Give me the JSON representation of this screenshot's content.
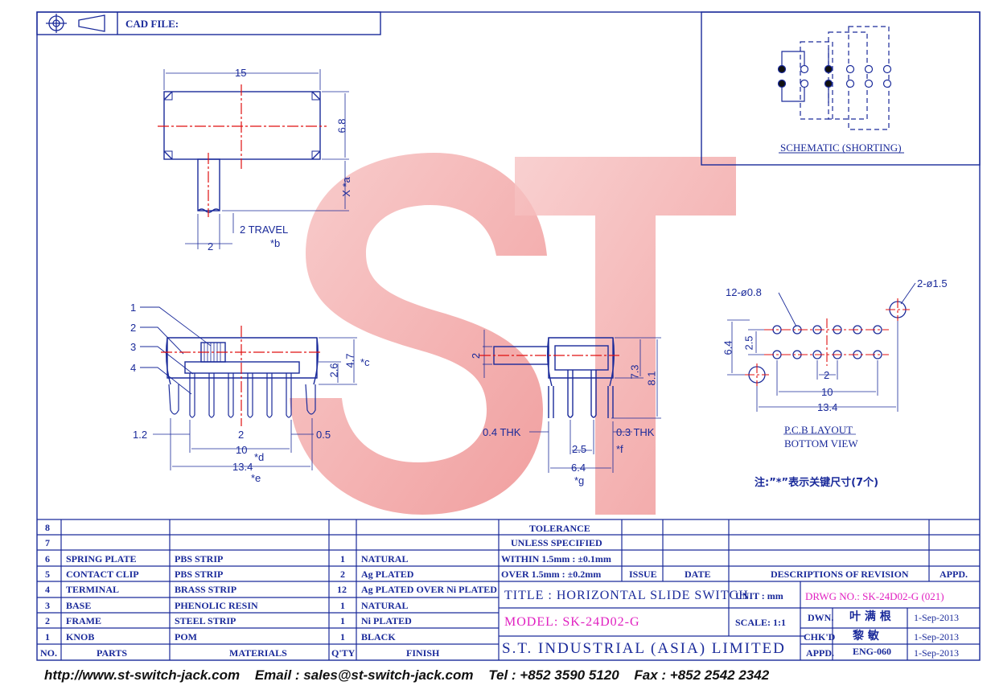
{
  "header": {
    "cad_label": "CAD FILE:"
  },
  "schematic": {
    "caption": "SCHEMATIC (SHORTING)"
  },
  "top_view": {
    "width": "15",
    "height": "6.8",
    "x_mark": "X *a",
    "travel": "2 TRAVEL",
    "travel_note": "*b",
    "knob": "2"
  },
  "front_view": {
    "callouts": [
      "1",
      "2",
      "3",
      "4"
    ],
    "dim_26": "2.6",
    "dim_47": "4.7",
    "note_c": "*c",
    "dim_12": "1.2",
    "dim_2": "2",
    "dim_05": "0.5",
    "dim_10": "10",
    "note_d": "*d",
    "dim_134": "13.4",
    "note_e": "*e"
  },
  "side_view": {
    "dim_2": "2",
    "dim_73": "7.3",
    "dim_81": "8.1",
    "thk_04": "0.4 THK",
    "thk_03": "0.3 THK",
    "dim_25": "2.5",
    "note_f": "*f",
    "dim_64": "6.4",
    "note_g": "*g"
  },
  "pcb": {
    "holes_small": "12-ø0.8",
    "holes_big": "2-ø1.5",
    "dim_64": "6.4",
    "dim_25": "2.5",
    "dim_2": "2",
    "dim_10": "10",
    "dim_134": "13.4",
    "caption": "P.C.B LAYOUT",
    "subcaption": "BOTTOM VIEW"
  },
  "note": "注:”*”表示关键尺寸(7个)",
  "watermark": "ST",
  "bom": {
    "rows": [
      {
        "no": "8",
        "part": "",
        "material": "",
        "qty": "",
        "finish": ""
      },
      {
        "no": "7",
        "part": "",
        "material": "",
        "qty": "",
        "finish": ""
      },
      {
        "no": "6",
        "part": "SPRING PLATE",
        "material": "PBS STRIP",
        "qty": "1",
        "finish": "NATURAL"
      },
      {
        "no": "5",
        "part": "CONTACT CLIP",
        "material": "PBS STRIP",
        "qty": "2",
        "finish": "Ag PLATED"
      },
      {
        "no": "4",
        "part": "TERMINAL",
        "material": "BRASS STRIP",
        "qty": "12",
        "finish": "Ag PLATED OVER Ni PLATED"
      },
      {
        "no": "3",
        "part": "BASE",
        "material": "PHENOLIC RESIN",
        "qty": "1",
        "finish": "NATURAL"
      },
      {
        "no": "2",
        "part": "FRAME",
        "material": "STEEL STRIP",
        "qty": "1",
        "finish": "Ni PLATED"
      },
      {
        "no": "1",
        "part": "KNOB",
        "material": "POM",
        "qty": "1",
        "finish": "BLACK"
      }
    ],
    "headers": {
      "no": "NO.",
      "part": "PARTS",
      "material": "MATERIALS",
      "qty": "Q'TY",
      "finish": "FINISH"
    }
  },
  "title_block": {
    "tolerance": "TOLERANCE",
    "unless": "UNLESS SPECIFIED",
    "within": "WITHIN 1.5mm : ±0.1mm",
    "over": "OVER 1.5mm : ±0.2mm",
    "issue": "ISSUE",
    "date": "DATE",
    "descriptions": "DESCRIPTIONS OF REVISION",
    "appd": "APPD.",
    "title": "TITLE :  HORIZONTAL SLIDE SWITCH",
    "unit": "UNIT :  mm",
    "drwg": "DRWG NO.: SK-24D02-G (021)",
    "model": "MODEL: SK-24D02-G",
    "scale": "SCALE:  1:1",
    "dwn": "DWN.",
    "dwn_name": "叶 满 根",
    "dwn_date": "1-Sep-2013",
    "chkd": "CHK'D",
    "chkd_name": "黎 敏",
    "chkd_date": "1-Sep-2013",
    "appd2": "APPD.",
    "appd_name": "ENG-060",
    "appd_date": "1-Sep-2013",
    "company": "S.T. INDUSTRIAL (ASIA) LIMITED"
  },
  "footer": {
    "url": "http://www.st-switch-jack.com",
    "email": "Email : sales@st-switch-jack.com",
    "tel": "Tel : +852 3590 5120",
    "fax": "Fax : +852 2542 2342"
  },
  "colors": {
    "line": "#1a2a9a",
    "center": "#e01010",
    "accent": "#e020c0",
    "watermark": "#f4a8a8"
  }
}
